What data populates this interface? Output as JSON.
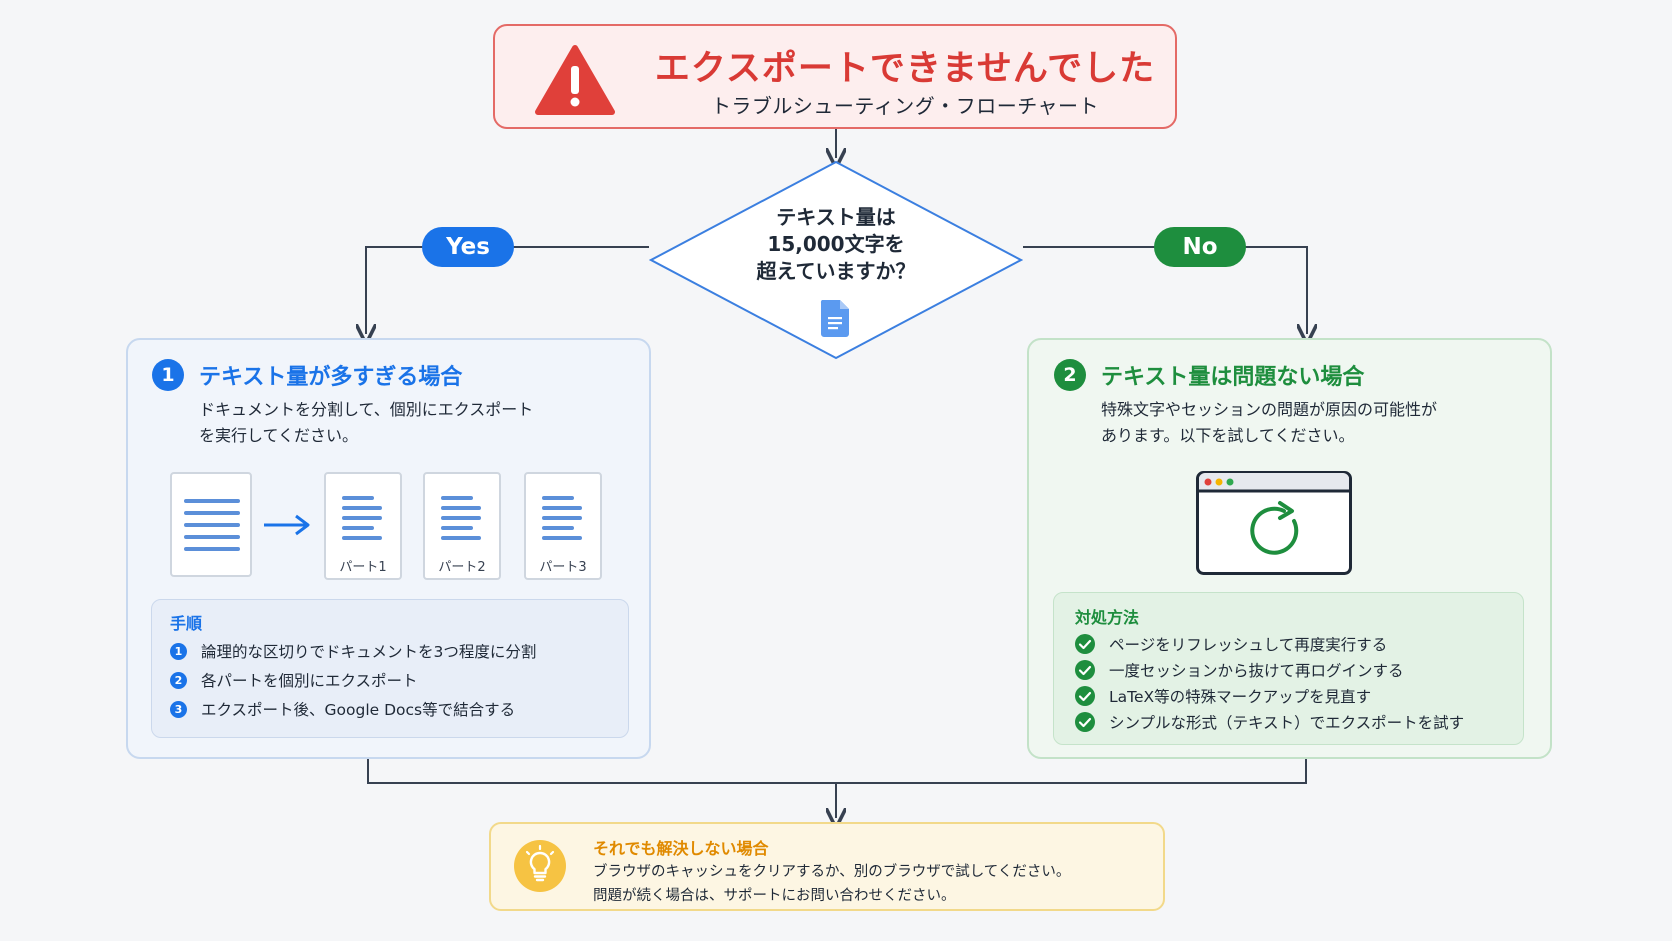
{
  "header": {
    "title": "エクスポートできませんでした",
    "subtitle": "トラブルシューティング・フローチャート"
  },
  "decision": {
    "line1": "テキスト量は",
    "line2": "15,000文字を",
    "line3": "超えていますか？"
  },
  "branches": {
    "yes": "Yes",
    "no": "No"
  },
  "left_panel": {
    "number": "1",
    "title": "テキスト量が多すぎる場合",
    "desc_line1": "ドキュメントを分割して、個別にエクスポート",
    "desc_line2": "を実行してください。",
    "parts": [
      "パート1",
      "パート2",
      "パート3"
    ],
    "steps_heading": "手順",
    "steps": [
      "論理的な区切りでドキュメントを3つ程度に分割",
      "各パートを個別にエクスポート",
      "エクスポート後、Google Docs等で結合する"
    ],
    "step_numbers": [
      "1",
      "2",
      "3"
    ]
  },
  "right_panel": {
    "number": "2",
    "title": "テキスト量は問題ない場合",
    "desc_line1": "特殊文字やセッションの問題が原因の可能性が",
    "desc_line2": "あります。以下を試してください。",
    "actions_heading": "対処方法",
    "actions": [
      "ページをリフレッシュして再度実行する",
      "一度セッションから抜けて再ログインする",
      "LaTeX等の特殊マークアップを見直す",
      "シンプルな形式（テキスト）でエクスポートを試す"
    ]
  },
  "bottom_note": {
    "title": "それでも解決しない場合",
    "line1": "ブラウザのキャッシュをクリアするか、別のブラウザで試してください。",
    "line2": "問題が続く場合は、サポートにお問い合わせください。"
  },
  "colors": {
    "error_red": "#d93a35",
    "primary_blue": "#1a73e8",
    "success_green": "#1e8e3e",
    "note_orange": "#e08a00",
    "bulb_yellow": "#f6c343"
  },
  "icons": [
    "warning-icon",
    "document-icon",
    "arrow-right-icon",
    "browser-window-icon",
    "refresh-icon",
    "check-circle-icon",
    "lightbulb-icon"
  ]
}
